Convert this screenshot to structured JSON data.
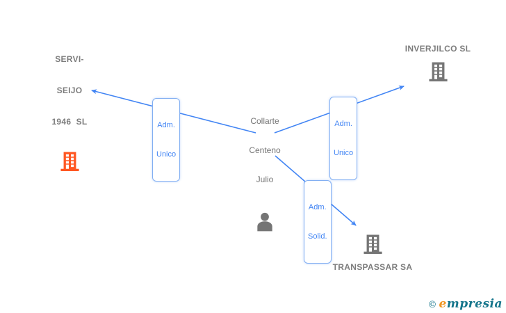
{
  "diagram": {
    "person": {
      "line1": "Collarte",
      "line2": "Centeno",
      "line3": "Julio"
    },
    "companies": {
      "servi_seijo": {
        "line1": "SERVI-",
        "line2": "SEIJO",
        "line3": "1946  SL"
      },
      "inverjilco": {
        "name": "INVERJILCO SL"
      },
      "transpassar": {
        "name": "TRANSPASSAR SA"
      }
    },
    "edge_labels": {
      "left": {
        "line1": "Adm.",
        "line2": "Unico"
      },
      "right": {
        "line1": "Adm.",
        "line2": "Unico"
      },
      "bottom": {
        "line1": "Adm.",
        "line2": "Solid."
      }
    }
  },
  "footer": {
    "copyright_symbol": "©",
    "brand_first_letter": "e",
    "brand_rest": "mpresia"
  },
  "colors": {
    "edge_blue": "#4285F4",
    "label_border_blue": "#82aff2",
    "company_orange": "#FF5722",
    "icon_gray": "#757575",
    "company_text_gray": "#7d7d7d",
    "logo_teal": "#16768C",
    "logo_orange": "#F0941F"
  }
}
